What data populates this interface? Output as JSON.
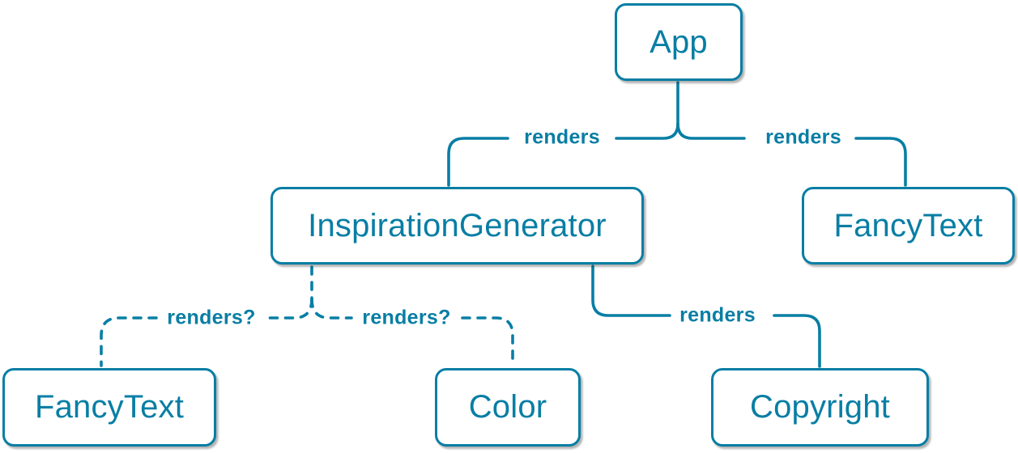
{
  "diagram": {
    "accent_color": "#087ea4",
    "node_fill_color": "#ffffff",
    "nodes": [
      {
        "id": "app",
        "label": "App"
      },
      {
        "id": "inspiration-generator",
        "label": "InspirationGenerator"
      },
      {
        "id": "fancy-text-top",
        "label": "FancyText"
      },
      {
        "id": "fancy-text-bottom",
        "label": "FancyText"
      },
      {
        "id": "color",
        "label": "Color"
      },
      {
        "id": "copyright",
        "label": "Copyright"
      }
    ],
    "edges": [
      {
        "from": "App",
        "to": "InspirationGenerator",
        "label": "renders",
        "style": "solid"
      },
      {
        "from": "App",
        "to": "FancyText",
        "label": "renders",
        "style": "solid"
      },
      {
        "from": "InspirationGenerator",
        "to": "FancyText",
        "label": "renders?",
        "style": "dashed"
      },
      {
        "from": "InspirationGenerator",
        "to": "Color",
        "label": "renders?",
        "style": "dashed"
      },
      {
        "from": "InspirationGenerator",
        "to": "Copyright",
        "label": "renders",
        "style": "solid"
      }
    ]
  }
}
